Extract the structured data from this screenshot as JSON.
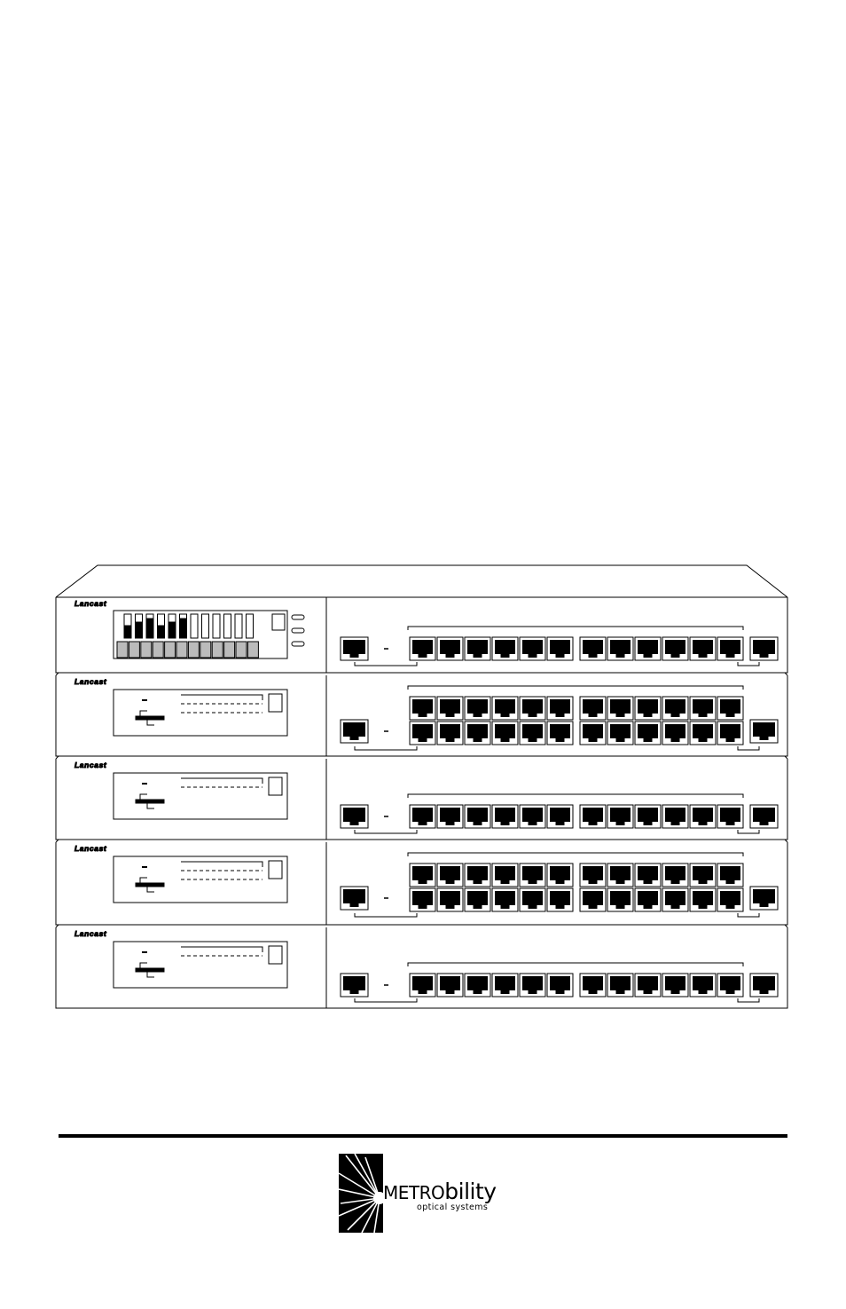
{
  "units": [
    {
      "brand": "Lancast",
      "panel": "display",
      "rows": 1
    },
    {
      "brand": "Lancast",
      "panel": "simple",
      "rows": 2
    },
    {
      "brand": "Lancast",
      "panel": "simple",
      "rows": 1
    },
    {
      "brand": "Lancast",
      "panel": "simple",
      "rows": 2
    },
    {
      "brand": "Lancast",
      "panel": "simple",
      "rows": 1
    }
  ],
  "footer": {
    "logo_caps": "METRO",
    "logo_rest": "bility",
    "logo_tagline": "optical systems"
  }
}
